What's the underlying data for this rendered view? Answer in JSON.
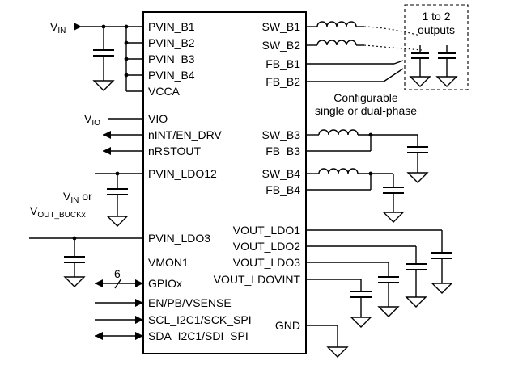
{
  "pins_left": {
    "pvin_b1": "PVIN_B1",
    "pvin_b2": "PVIN_B2",
    "pvin_b3": "PVIN_B3",
    "pvin_b4": "PVIN_B4",
    "vcca": "VCCA",
    "vio": "VIO",
    "nint": "nINT/EN_DRV",
    "nrstout": "nRSTOUT",
    "pvin_ldo12": "PVIN_LDO12",
    "pvin_ldo3": "PVIN_LDO3",
    "vmon1": "VMON1",
    "gpiox": "GPIOx",
    "en_pb": "EN/PB/VSENSE",
    "scl": "SCL_I2C1/SCK_SPI",
    "sda": "SDA_I2C1/SDI_SPI"
  },
  "pins_right": {
    "sw_b1": "SW_B1",
    "sw_b2": "SW_B2",
    "fb_b1": "FB_B1",
    "fb_b2": "FB_B2",
    "sw_b3": "SW_B3",
    "fb_b3": "FB_B3",
    "sw_b4": "SW_B4",
    "fb_b4": "FB_B4",
    "vout_ldo1": "VOUT_LDO1",
    "vout_ldo2": "VOUT_LDO2",
    "vout_ldo3": "VOUT_LDO3",
    "vout_ldovint": "VOUT_LDOVINT",
    "gnd": "GND"
  },
  "external": {
    "vin_main": "V",
    "vin_main_sub": "IN",
    "vio": "V",
    "vio_sub": "IO",
    "vin_or": "V",
    "vin_or_sub": "IN",
    "vin_or_suffix": " or",
    "vout_buck": "V",
    "vout_buck_sub": "OUT_BUCKx",
    "bus_width": "6",
    "outputs_line1": "1 to 2",
    "outputs_line2": "outputs",
    "config_line1": "Configurable",
    "config_line2": "single or dual-phase"
  }
}
